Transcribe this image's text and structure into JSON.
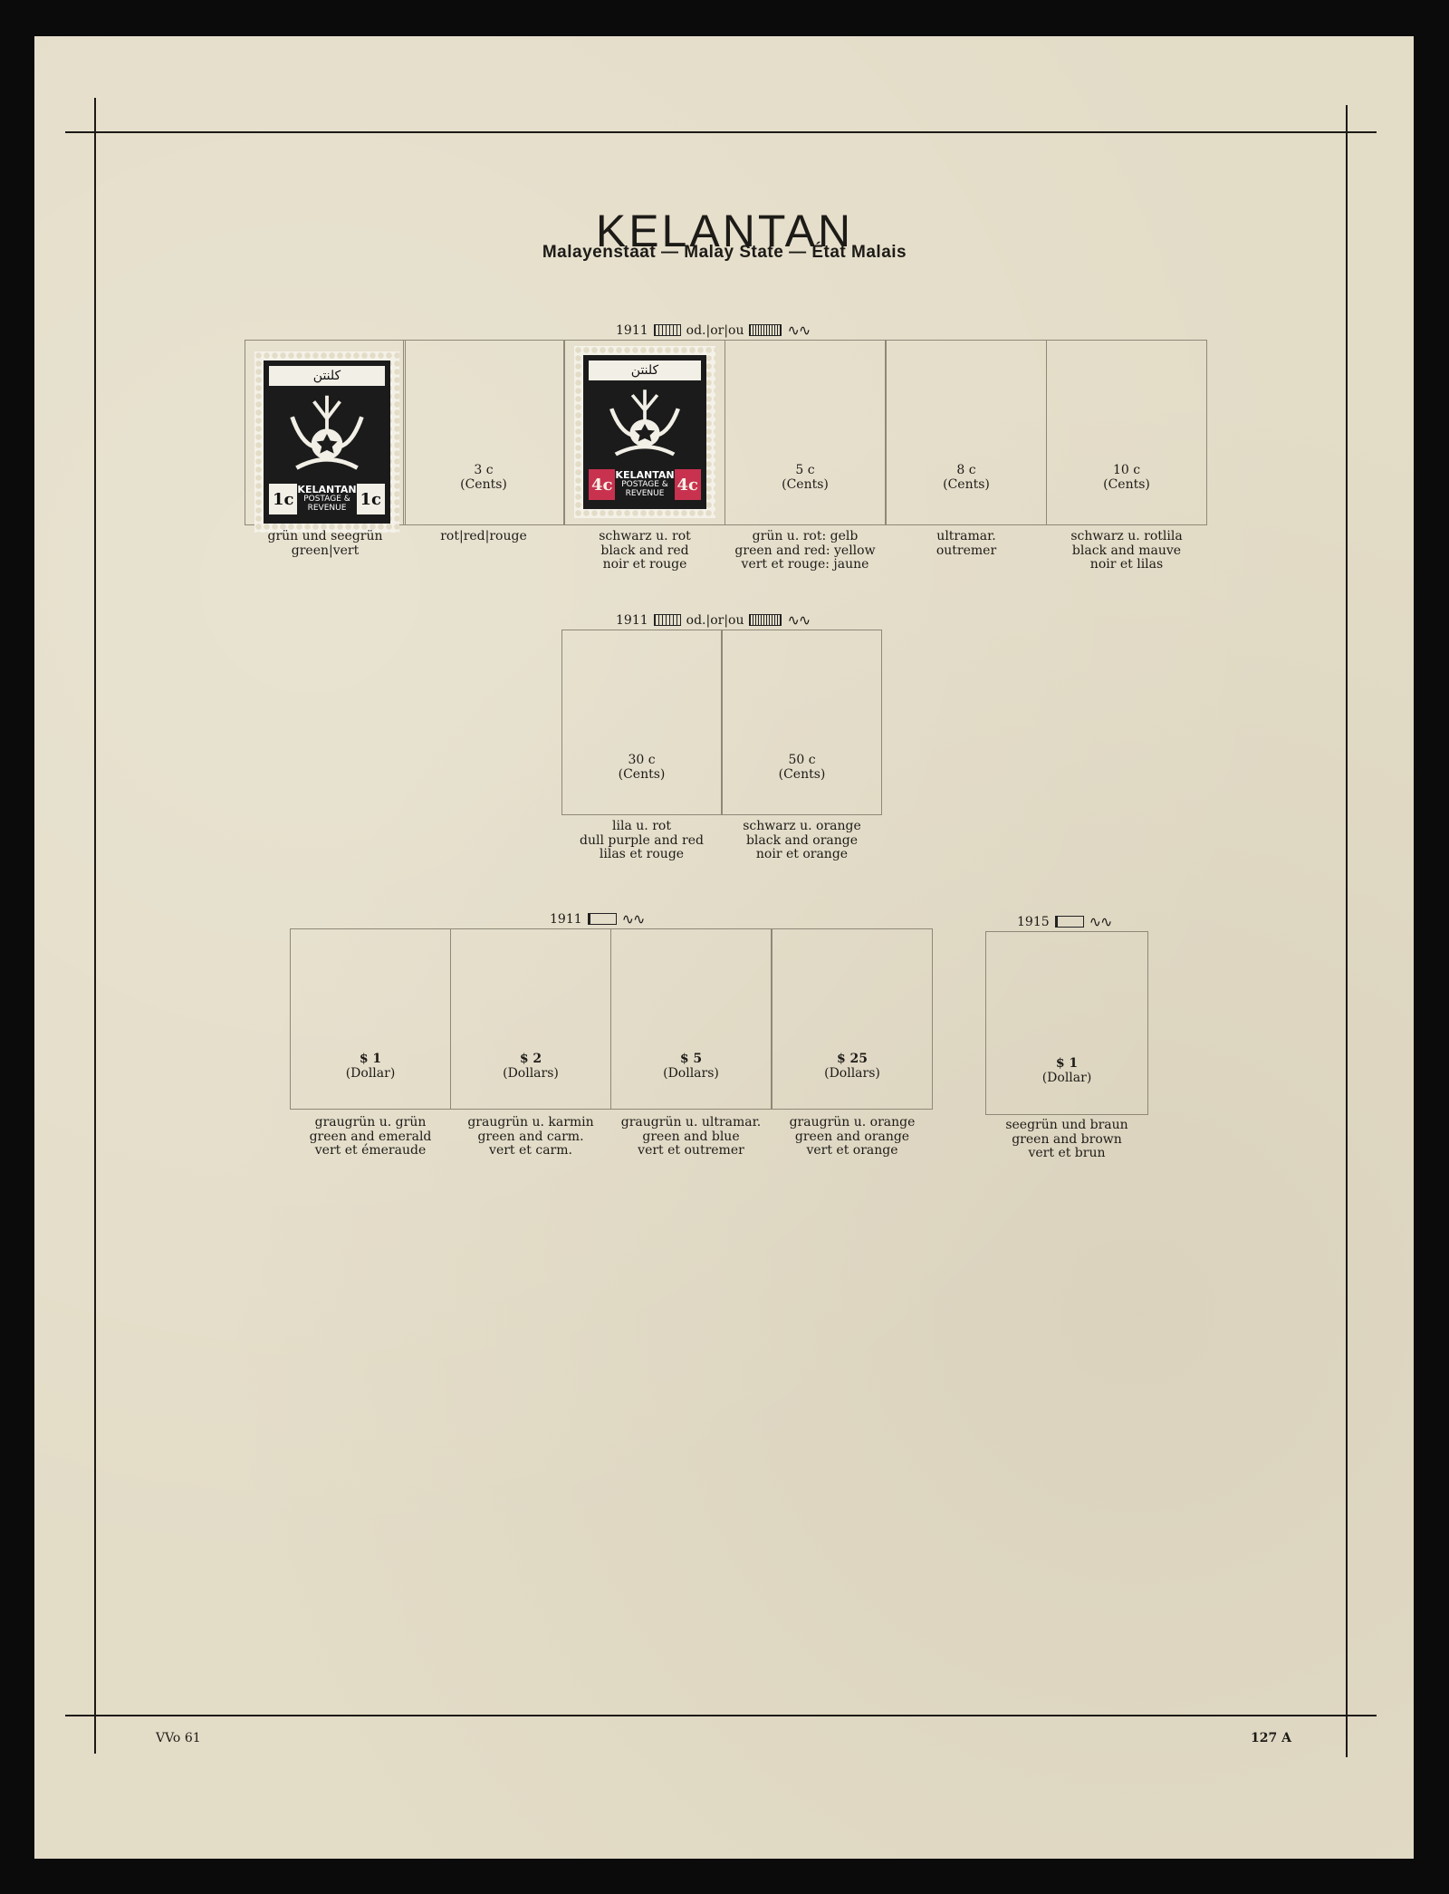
{
  "page": {
    "title": "KELANTAN",
    "subtitle": "Malayenstaat — Malay State — État Malais",
    "footer_left": "VVo 61",
    "footer_right": "127 A"
  },
  "rows": [
    {
      "year": "1911",
      "watermark_label": "od.|or|ou",
      "slots": [
        {
          "denom": "1c",
          "denom_sub": "",
          "filled": true,
          "stamp_value": "1c",
          "stamp_color": "green",
          "captions": [
            "grün und seegrün",
            "green|vert"
          ]
        },
        {
          "denom": "3 c",
          "denom_sub": "(Cents)",
          "filled": false,
          "captions": [
            "rot|red|rouge"
          ]
        },
        {
          "denom": "4c",
          "denom_sub": "",
          "filled": true,
          "stamp_value": "4c",
          "stamp_color": "red",
          "captions": [
            "schwarz u. rot",
            "black and red",
            "noir et rouge"
          ]
        },
        {
          "denom": "5 c",
          "denom_sub": "(Cents)",
          "filled": false,
          "captions": [
            "grün u. rot: gelb",
            "green and red: yellow",
            "vert et rouge: jaune"
          ]
        },
        {
          "denom": "8 c",
          "denom_sub": "(Cents)",
          "filled": false,
          "captions": [
            "ultramar.",
            "outremer"
          ]
        },
        {
          "denom": "10 c",
          "denom_sub": "(Cents)",
          "filled": false,
          "captions": [
            "schwarz u. rotlila",
            "black and mauve",
            "noir et lilas"
          ]
        }
      ]
    },
    {
      "year": "1911",
      "watermark_label": "od.|or|ou",
      "slots": [
        {
          "denom": "30 c",
          "denom_sub": "(Cents)",
          "filled": false,
          "captions": [
            "lila u. rot",
            "dull purple and red",
            "lilas et rouge"
          ]
        },
        {
          "denom": "50 c",
          "denom_sub": "(Cents)",
          "filled": false,
          "captions": [
            "schwarz u. orange",
            "black and orange",
            "noir et orange"
          ]
        }
      ]
    },
    {
      "year": "1911",
      "watermark_label": "",
      "slots": [
        {
          "denom": "$ 1",
          "denom_sub": "(Dollar)",
          "filled": false,
          "captions": [
            "graugrün u. grün",
            "green and emerald",
            "vert et émeraude"
          ]
        },
        {
          "denom": "$ 2",
          "denom_sub": "(Dollars)",
          "filled": false,
          "captions": [
            "graugrün u. karmin",
            "green and carm.",
            "vert et carm."
          ]
        },
        {
          "denom": "$ 5",
          "denom_sub": "(Dollars)",
          "filled": false,
          "captions": [
            "graugrün u. ultramar.",
            "green and blue",
            "vert et outremer"
          ]
        },
        {
          "denom": "$ 25",
          "denom_sub": "(Dollars)",
          "filled": false,
          "captions": [
            "graugrün u. orange",
            "green and orange",
            "vert et orange"
          ]
        }
      ]
    },
    {
      "year": "1915",
      "watermark_label": "",
      "slots": [
        {
          "denom": "$ 1",
          "denom_sub": "(Dollar)",
          "filled": false,
          "captions": [
            "seegrün und braun",
            "green and brown",
            "vert et brun"
          ]
        }
      ]
    }
  ],
  "stamp_text": {
    "name": "KELANTAN",
    "sub": "POSTAGE & REVENUE",
    "arabic": "كلنتن"
  }
}
